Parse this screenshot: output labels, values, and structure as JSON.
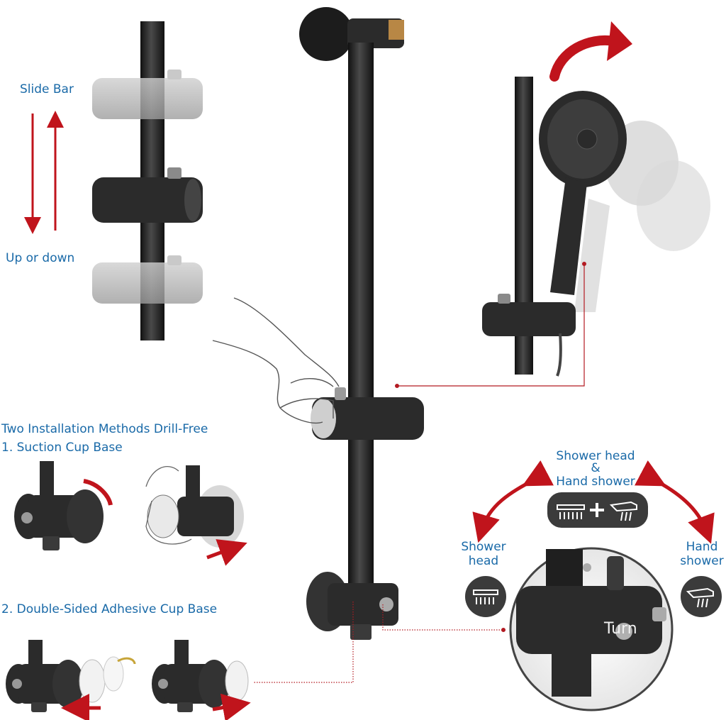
{
  "labels": {
    "slide_bar": "Slide Bar",
    "up_or_down": "Up or down",
    "install_title": "Two Installation Methods Drill-Free",
    "method_1": "1. Suction Cup Base",
    "method_2": "2. Double-Sided Adhesive Cup Base",
    "combo_line1": "Shower head",
    "combo_line2": "&",
    "combo_line3": "Hand shower",
    "shower_head_line1": "Shower",
    "shower_head_line2": "head",
    "hand_shower_line1": "Hand",
    "hand_shower_line2": "shower",
    "turn": "Turn"
  },
  "colors": {
    "label_blue": "#1a6aa8",
    "arrow_red": "#c0141c",
    "metal_black": "#2b2b2b",
    "ghost_gray": "#b5b5b5"
  },
  "icons": [
    "shower-head-icon",
    "plus-icon",
    "hand-shower-icon"
  ]
}
